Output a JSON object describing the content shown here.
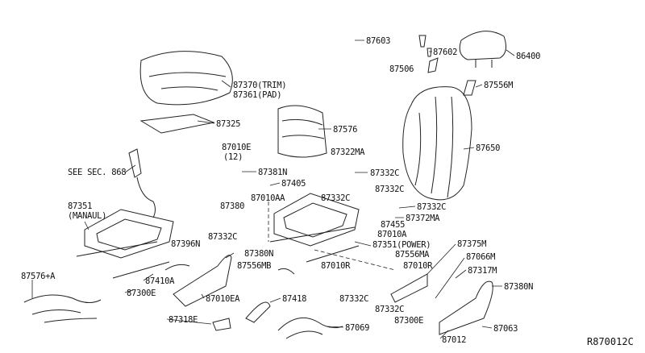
{
  "diagram": {
    "reference_code": "R870012C",
    "labels": [
      "87603",
      "87602",
      "87506",
      "86400",
      "87370(TRIM)",
      "87361(PAD)",
      "87556M",
      "87325",
      "87576",
      "87650",
      "87010E",
      "(12)",
      "SEE SEC. 868",
      "87381N",
      "87322MA",
      "87332C",
      "87405",
      "87332C",
      "87332C",
      "87010AA",
      "87380",
      "87332C",
      "87372MA",
      "87351",
      "(MANAUL)",
      "87455",
      "87010A",
      "87396N",
      "87332C",
      "87351(POWER)",
      "87375M",
      "87380N",
      "87556MA",
      "87066M",
      "87556MB",
      "87010R",
      "87010R",
      "87317M",
      "87576+A",
      "87410A",
      "87380N",
      "87300E",
      "87010EA",
      "87418",
      "87332C",
      "87332C",
      "87300E",
      "87318E",
      "87069",
      "87063",
      "87012"
    ]
  }
}
